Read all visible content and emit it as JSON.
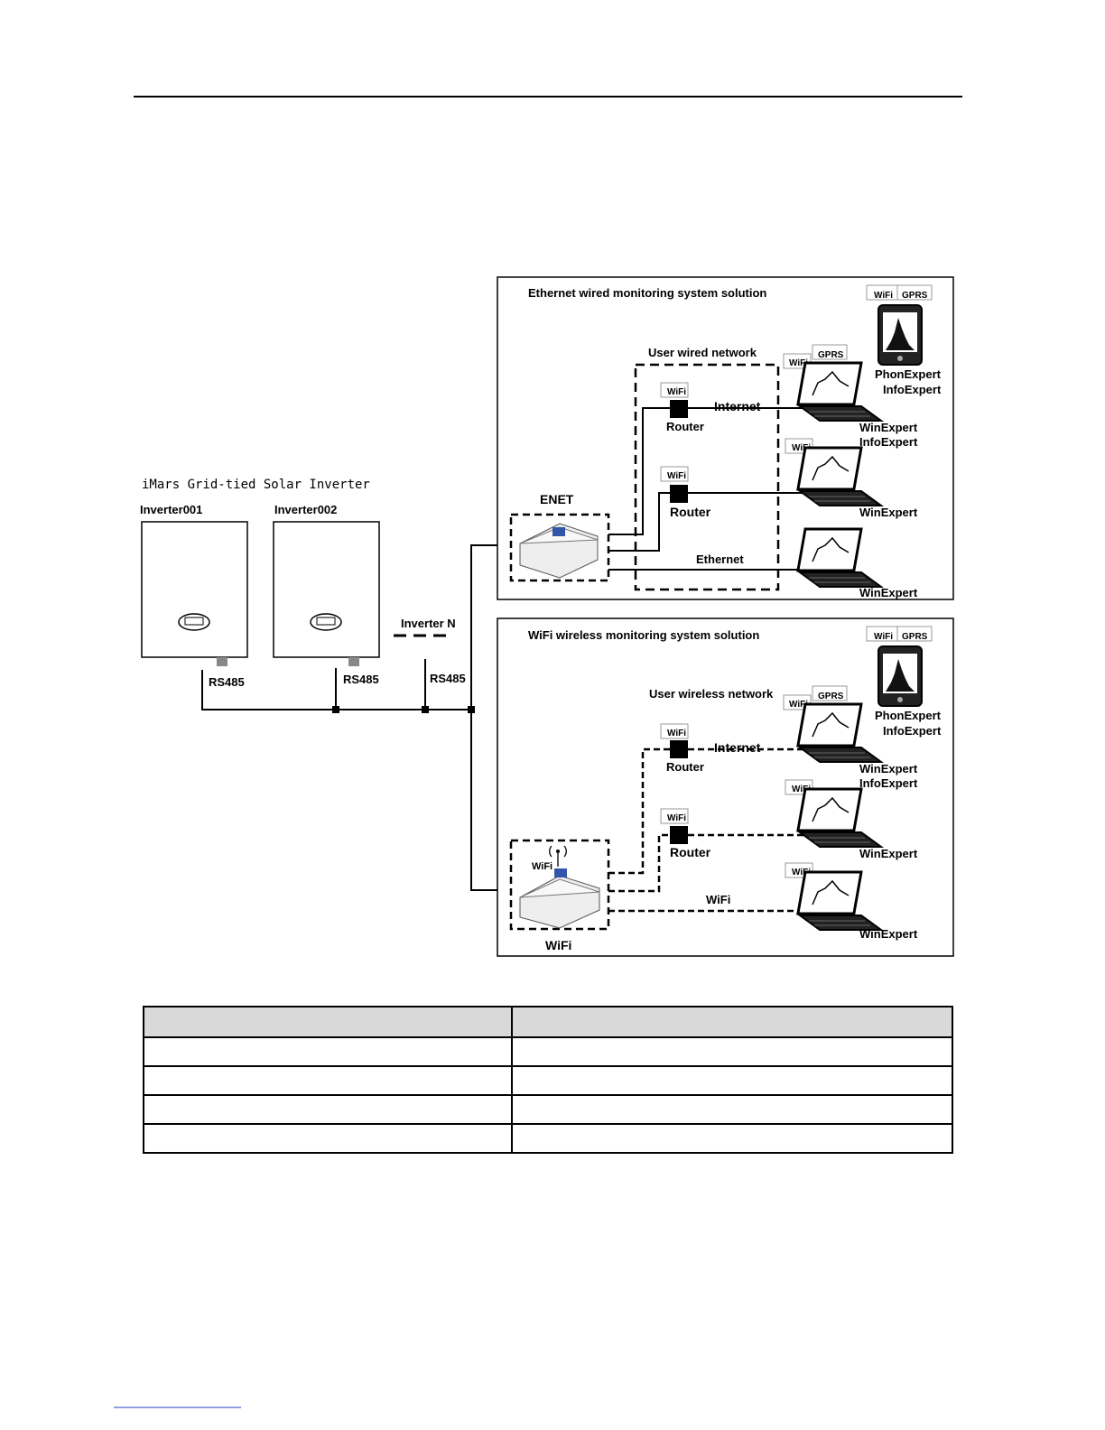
{
  "left": {
    "caption": "iMars Grid-tied Solar Inverter",
    "inverter1": "Inverter001",
    "inverter2": "Inverter002",
    "inverterN": "Inverter N",
    "rs485": "RS485"
  },
  "ethernet_panel": {
    "title": "Ethernet wired monitoring system solution",
    "network": "User wired network",
    "device": "ENET",
    "router": "Router",
    "internet": "Internet",
    "ethernet": "Ethernet",
    "wifi_tag": "WiFi",
    "gprs_tag": "GPRS",
    "phone_label_1": "PhonExpert",
    "phone_label_2": "InfoExpert",
    "laptop1_label_1": "WinExpert",
    "laptop1_label_2": "InfoExpert",
    "laptop2_label": "WinExpert",
    "laptop3_label": "WinExpert"
  },
  "wifi_panel": {
    "title": "WiFi wireless monitoring system solution",
    "network": "User wireless network",
    "device": "WiFi",
    "device_antenna": "WiFi",
    "router": "Router",
    "internet": "Internet",
    "wifi_link": "WiFi",
    "wifi_tag": "WiFi",
    "gprs_tag": "GPRS",
    "phone_label_1": "PhonExpert",
    "phone_label_2": "InfoExpert",
    "laptop1_label_1": "WinExpert",
    "laptop1_label_2": "InfoExpert",
    "laptop2_label": "WinExpert",
    "laptop3_label": "WinExpert"
  },
  "table": {
    "rows": 4,
    "header": [
      "",
      ""
    ]
  }
}
